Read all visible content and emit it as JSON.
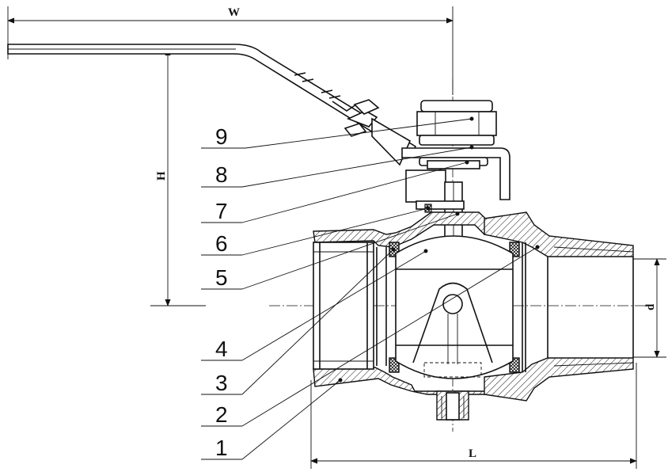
{
  "dimensions": {
    "W": "W",
    "H": "H",
    "L": "L",
    "d": "d"
  },
  "callouts": {
    "c9": "9",
    "c8": "8",
    "c7": "7",
    "c6": "6",
    "c5": "5",
    "c4": "4",
    "c3": "3",
    "c2": "2",
    "c1": "1"
  }
}
